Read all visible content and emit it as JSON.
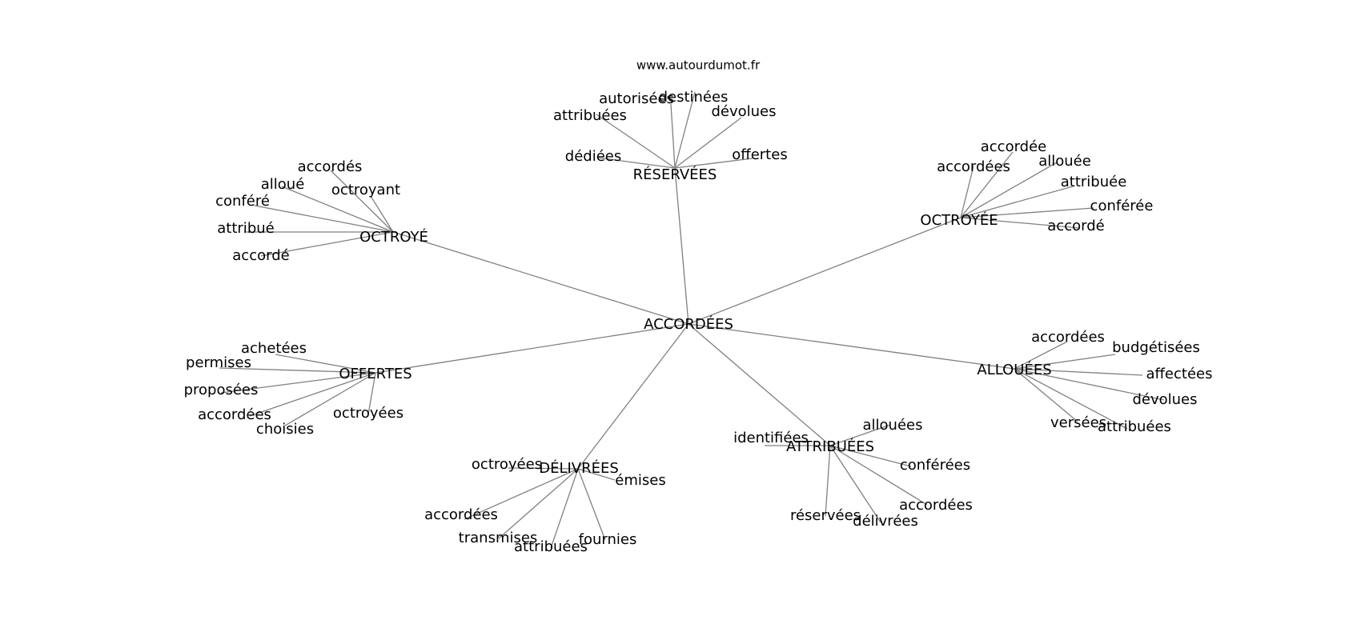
{
  "watermark": "www.autourdumot.fr",
  "center": "ACCORDÉES",
  "hubs": [
    {
      "id": "reservees",
      "label": "RÉSERVÉES",
      "leaves": [
        "autorisées",
        "destinées",
        "attribuées",
        "dévolues",
        "dédiées",
        "offertes"
      ]
    },
    {
      "id": "octroye",
      "label": "OCTROYÉ",
      "leaves": [
        "accordés",
        "alloué",
        "octroyant",
        "conféré",
        "attribué",
        "accordé"
      ]
    },
    {
      "id": "octroyee",
      "label": "OCTROYÉE",
      "leaves": [
        "accordée",
        "accordées",
        "allouée",
        "attribuée",
        "conférée",
        "accordé"
      ]
    },
    {
      "id": "offertes",
      "label": "OFFERTES",
      "leaves": [
        "achetées",
        "permises",
        "proposées",
        "accordées",
        "choisies",
        "octroyées"
      ]
    },
    {
      "id": "allouees",
      "label": "ALLOUÉES",
      "leaves": [
        "accordées",
        "budgétisées",
        "affectées",
        "dévolues",
        "versées",
        "attribuées"
      ]
    },
    {
      "id": "attribuees",
      "label": "ATTRIBUÉES",
      "leaves": [
        "identifiées",
        "allouées",
        "conférées",
        "accordées",
        "réservées",
        "délivrées"
      ]
    },
    {
      "id": "delivrees",
      "label": "DÉLIVRÉES",
      "leaves": [
        "octroyées",
        "émises",
        "accordées",
        "transmises",
        "attribuées",
        "fournies"
      ]
    }
  ]
}
